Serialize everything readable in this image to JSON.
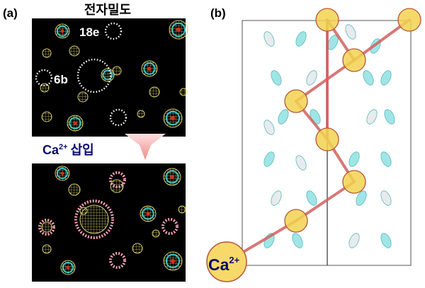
{
  "panel_a": {
    "label": "(a)",
    "title": "전자밀도",
    "site_18e": "18e",
    "site_6b": "6b",
    "insertion_label_base": "Ca",
    "insertion_label_sup": "2+",
    "insertion_label_word": "삽입"
  },
  "panel_b": {
    "label": "(b)",
    "ion_base": "Ca",
    "ion_sup": "2+"
  },
  "colors": {
    "ion_fill": "#f7d96a",
    "ion_stroke": "#b5573a",
    "arrow": "#d0605e",
    "isosurface": "#7fd9dc",
    "text_dark": "#0a0a6a"
  }
}
